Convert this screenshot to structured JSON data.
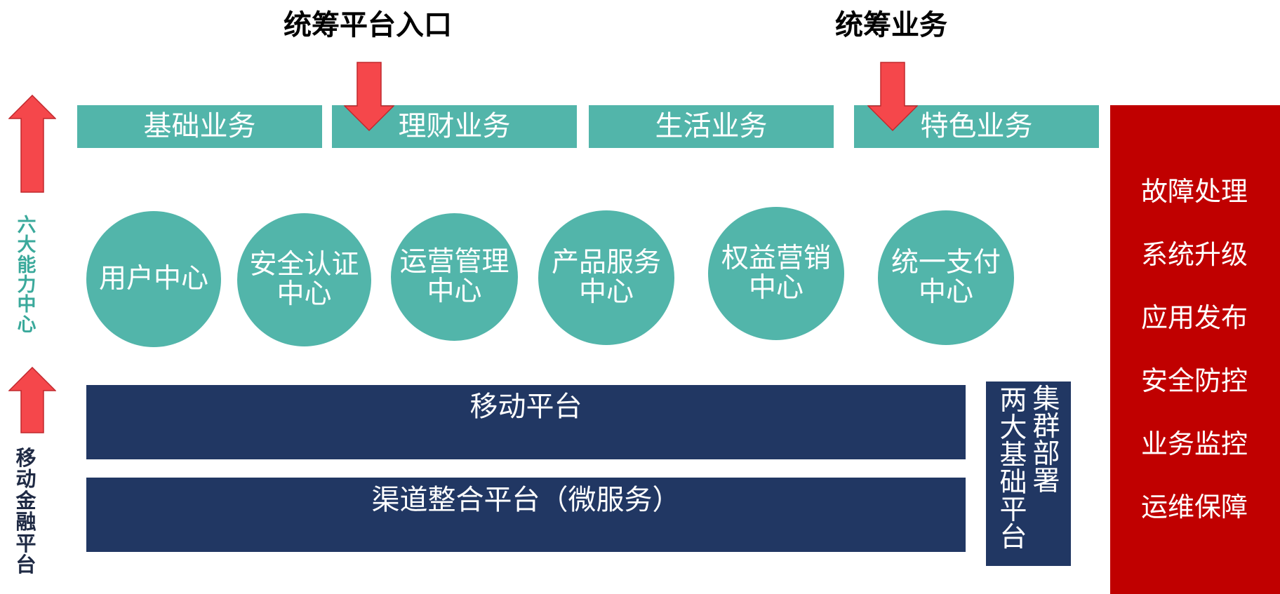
{
  "top_titles": {
    "left": "统筹平台入口",
    "right": "统筹业务"
  },
  "business_bars": [
    {
      "label": "基础业务"
    },
    {
      "label": "理财业务"
    },
    {
      "label": "生活业务"
    },
    {
      "label": "特色业务"
    }
  ],
  "capability_centers": [
    {
      "line1": "用户中心",
      "line2": ""
    },
    {
      "line1": "安全认证",
      "line2": "中心"
    },
    {
      "line1": "运营管理",
      "line2": "中心"
    },
    {
      "line1": "产品服务",
      "line2": "中心"
    },
    {
      "line1": "权益营销",
      "line2": "中心"
    },
    {
      "line1": "统一支付",
      "line2": "中心"
    }
  ],
  "platforms": {
    "mobile": "移动平台",
    "channel": "渠道整合平台（微服务）"
  },
  "cluster_box": {
    "col_right": [
      "集",
      "群",
      "部",
      "署"
    ],
    "col_left": [
      "两",
      "大",
      "基",
      "础",
      "平",
      "台"
    ]
  },
  "left_labels": {
    "six_centers": [
      "六",
      "大",
      "能",
      "力",
      "中",
      "心"
    ],
    "mobile_finance": [
      "移",
      "动",
      "金",
      "融",
      "平",
      "台"
    ]
  },
  "ops_items": [
    "故障处理",
    "系统升级",
    "应用发布",
    "安全防控",
    "业务监控",
    "运维保障"
  ],
  "colors": {
    "teal": "#52b5aa",
    "navy": "#213763",
    "red_panel": "#c00000",
    "arrow_red": "#f5474b",
    "teal_text": "#3aa99b",
    "dark_text": "#1f2a44"
  }
}
